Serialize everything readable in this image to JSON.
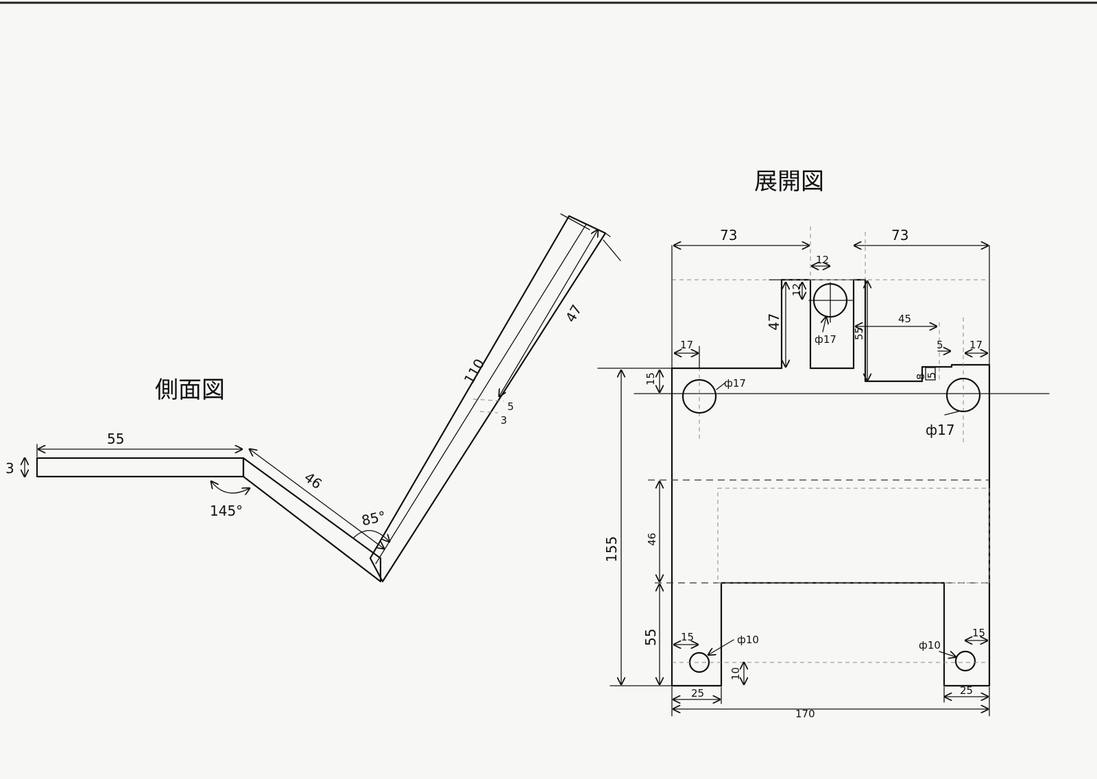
{
  "side_view": {
    "title": "側面図",
    "dims": {
      "flat_len": "55",
      "thickness": "3",
      "angle1": "145°",
      "slope_len": "46",
      "angle2": "85°",
      "long_len": "110",
      "long_outer": "47",
      "slot_w": "5",
      "slot_gap": "3"
    }
  },
  "flat_view": {
    "title": "展開図",
    "dims": {
      "top_left": "73",
      "top_right": "73",
      "tab_w": "12",
      "tab_hole_off": "12",
      "tab_h": "47",
      "right_h": "55",
      "right_w": "45",
      "left_tab": "17",
      "right_tab": "17",
      "step_w": "5",
      "step_h": "8",
      "step_h2": "5",
      "hole_off": "15",
      "hole_tab": "ф17",
      "hole_left": "ф17",
      "hole_right": "ф17",
      "total_h": "155",
      "mid_h": "46",
      "low_h": "55",
      "small_off_l": "15",
      "small_off_r": "15",
      "small_hole_l": "ф10",
      "small_hole_r": "ф10",
      "small_v": "10",
      "leg_l": "25",
      "leg_r": "25",
      "total_w": "170"
    }
  }
}
